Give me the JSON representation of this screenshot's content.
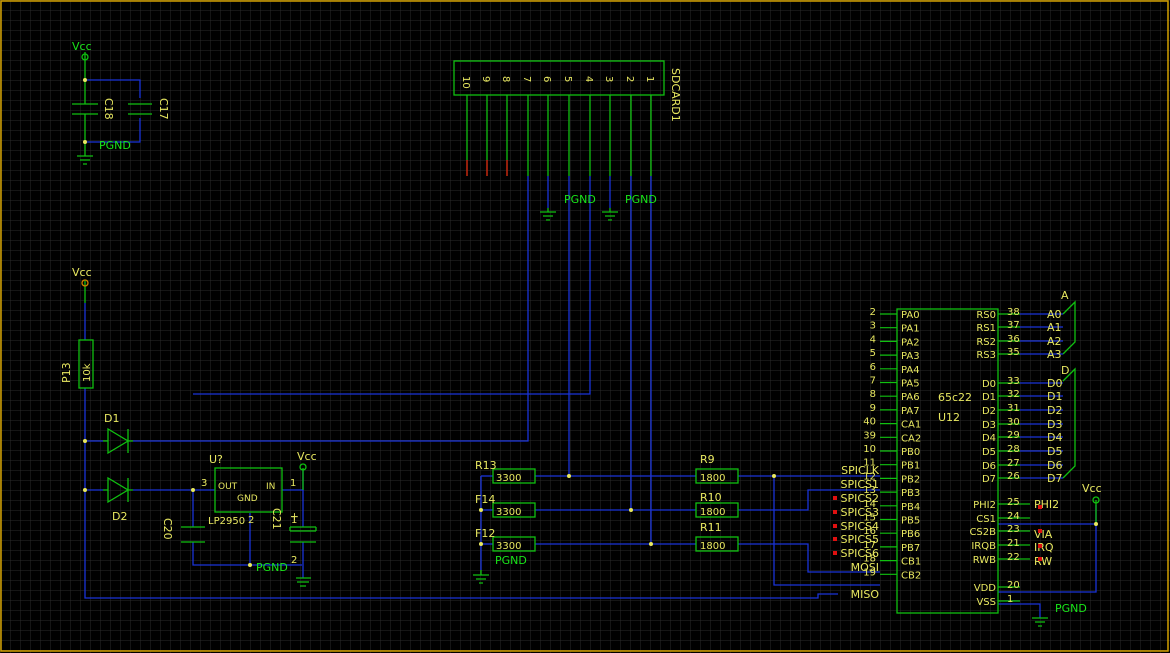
{
  "colors": {
    "background": "#000000",
    "grid": "#2a2a2a",
    "frame": "#d2a000",
    "wire": "#1a33d8",
    "component": "#10c010",
    "label": "#e8e860",
    "net": "#19e619",
    "pad": "#e01010"
  },
  "power": {
    "vcc": "Vcc",
    "pgnd": "PGND"
  },
  "caps": {
    "c18": "C18",
    "c17": "C17",
    "c20": "C20",
    "c21": "C21",
    "plus": "+"
  },
  "resistor_r13": {
    "ref": "P13",
    "value": "10k"
  },
  "diodes": {
    "d1": "D1",
    "d2": "D2"
  },
  "regulator": {
    "ref": "U?",
    "part": "LP2950",
    "out": "OUT",
    "in": "IN",
    "gnd": "GND",
    "pin_out": "3",
    "pin_in": "1",
    "pin_gnd": "2",
    "c21_pin1": "1",
    "c21_pin2": "2"
  },
  "connector": {
    "ref": "SDCARD1",
    "pins": [
      "10",
      "9",
      "8",
      "7",
      "6",
      "5",
      "4",
      "3",
      "2",
      "1"
    ]
  },
  "series_resistors": [
    {
      "ref": "R13",
      "value": "3300"
    },
    {
      "ref": "F14",
      "value": "3300"
    },
    {
      "ref": "F12",
      "value": "3300"
    },
    {
      "ref": "R9",
      "value": "1800"
    },
    {
      "ref": "R10",
      "value": "1800"
    },
    {
      "ref": "R11",
      "value": "1800"
    }
  ],
  "via": {
    "ref": "U12",
    "part": "65c22",
    "left_pins": [
      {
        "num": "2",
        "name": "PA0"
      },
      {
        "num": "3",
        "name": "PA1"
      },
      {
        "num": "4",
        "name": "PA2"
      },
      {
        "num": "5",
        "name": "PA3"
      },
      {
        "num": "6",
        "name": "PA4"
      },
      {
        "num": "7",
        "name": "PA5"
      },
      {
        "num": "8",
        "name": "PA6"
      },
      {
        "num": "9",
        "name": "PA7"
      },
      {
        "num": "40",
        "name": "CA1"
      },
      {
        "num": "39",
        "name": "CA2"
      },
      {
        "num": "10",
        "name": "PB0"
      },
      {
        "num": "11",
        "name": "PB1"
      },
      {
        "num": "12",
        "name": "PB2"
      },
      {
        "num": "13",
        "name": "PB3"
      },
      {
        "num": "14",
        "name": "PB4"
      },
      {
        "num": "15",
        "name": "PB5"
      },
      {
        "num": "16",
        "name": "PB6"
      },
      {
        "num": "17",
        "name": "PB7"
      },
      {
        "num": "18",
        "name": "CB1"
      },
      {
        "num": "19",
        "name": "CB2"
      }
    ],
    "right_pins": [
      {
        "num": "38",
        "name": "RS0"
      },
      {
        "num": "37",
        "name": "RS1"
      },
      {
        "num": "36",
        "name": "RS2"
      },
      {
        "num": "35",
        "name": "RS3"
      },
      {
        "num": "33",
        "name": "D0"
      },
      {
        "num": "32",
        "name": "D1"
      },
      {
        "num": "31",
        "name": "D2"
      },
      {
        "num": "30",
        "name": "D3"
      },
      {
        "num": "29",
        "name": "D4"
      },
      {
        "num": "28",
        "name": "D5"
      },
      {
        "num": "27",
        "name": "D6"
      },
      {
        "num": "26",
        "name": "D7"
      },
      {
        "num": "25",
        "name": "PHI2"
      },
      {
        "num": "24",
        "name": "CS1"
      },
      {
        "num": "23",
        "name": "CS2B"
      },
      {
        "num": "21",
        "name": "IRQB"
      },
      {
        "num": "22",
        "name": "RWB"
      },
      {
        "num": "20",
        "name": "VDD"
      },
      {
        "num": "1",
        "name": "VSS"
      }
    ]
  },
  "nets": {
    "left": [
      "SPICLK",
      "SPICS1",
      "SPICS2",
      "SPICS3",
      "SPICS4",
      "SPICS5",
      "SPICS6",
      "MOSI",
      "MISO"
    ],
    "bus_a": "A",
    "bus_a_signals": [
      "A0",
      "A1",
      "A2",
      "A3"
    ],
    "bus_d": "D",
    "bus_d_signals": [
      "D0",
      "D1",
      "D2",
      "D3",
      "D4",
      "D5",
      "D6",
      "D7"
    ],
    "right": [
      "PHI2",
      "VIA",
      "IRQ",
      "RW"
    ]
  }
}
